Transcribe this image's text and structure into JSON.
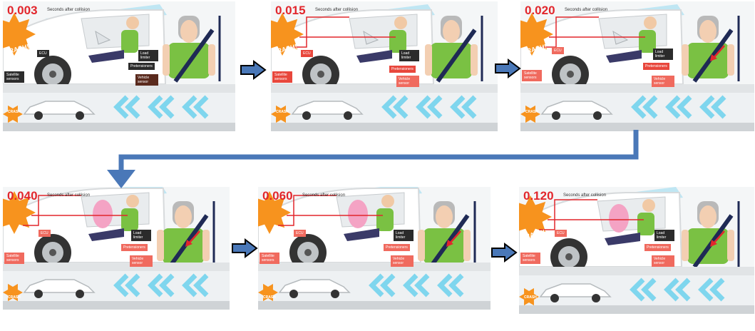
{
  "caption": "Seconds after collision",
  "labels": {
    "crash": "CRASH!",
    "crash_small": "CRASH",
    "ecu": "ECU",
    "load_limiter": "Load limiter",
    "pretensioners": "Pretensioners",
    "vehicle_sensor": "Vehicle sensor",
    "satellite_sensors": "Satellite sensors"
  },
  "panels": [
    {
      "time": "0.003"
    },
    {
      "time": "0.015"
    },
    {
      "time": "0.020"
    },
    {
      "time": "0.040"
    },
    {
      "time": "0.060"
    },
    {
      "time": "0.120"
    }
  ],
  "colors": {
    "accent": "#e2262c",
    "burst": "#f7931e",
    "road": "#cfd3d6",
    "chevron": "#7fd6ee",
    "shirt": "#7ac143",
    "belt": "#1f2a55",
    "connector": "#4a78b8",
    "airbag": "#f4a3c4"
  }
}
